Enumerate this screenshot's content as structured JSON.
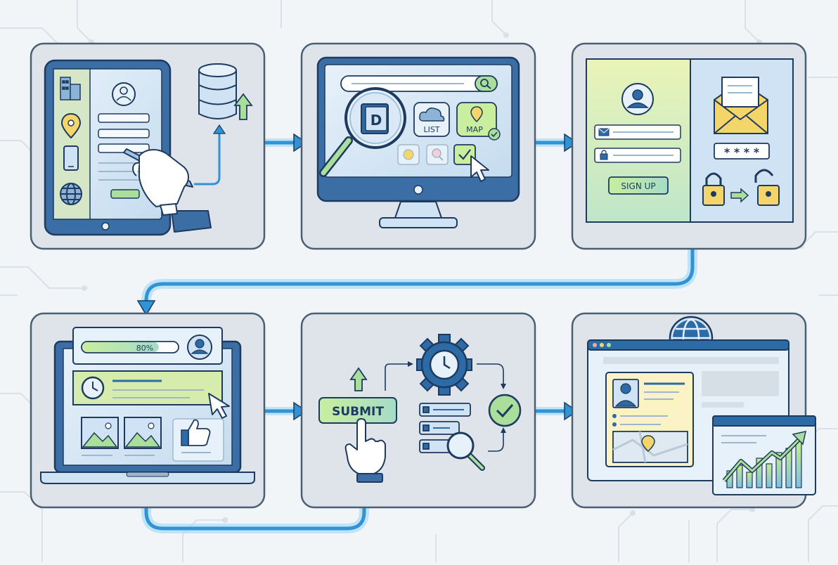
{
  "panels": {
    "data_entry": {},
    "search": {
      "catalog_letter": "D",
      "list_label": "LIST",
      "map_label": "MAP"
    },
    "signup": {
      "button_label": "SIGN UP",
      "password_mask": "* * * *"
    },
    "dashboard": {
      "progress_label": "80%",
      "progress_value": 0.8
    },
    "processing": {
      "submit_label": "SUBMIT"
    },
    "publish": {}
  },
  "colors": {
    "panel_fill": "#dfe4ea",
    "panel_stroke": "#4b5e72",
    "navy": "#1e3a5f",
    "blue": "#2d6ba7",
    "light_blue": "#cfe3f4",
    "green": "#a9df9a",
    "yellow": "#f4d56a",
    "cyan_glow": "#47b3ee"
  }
}
